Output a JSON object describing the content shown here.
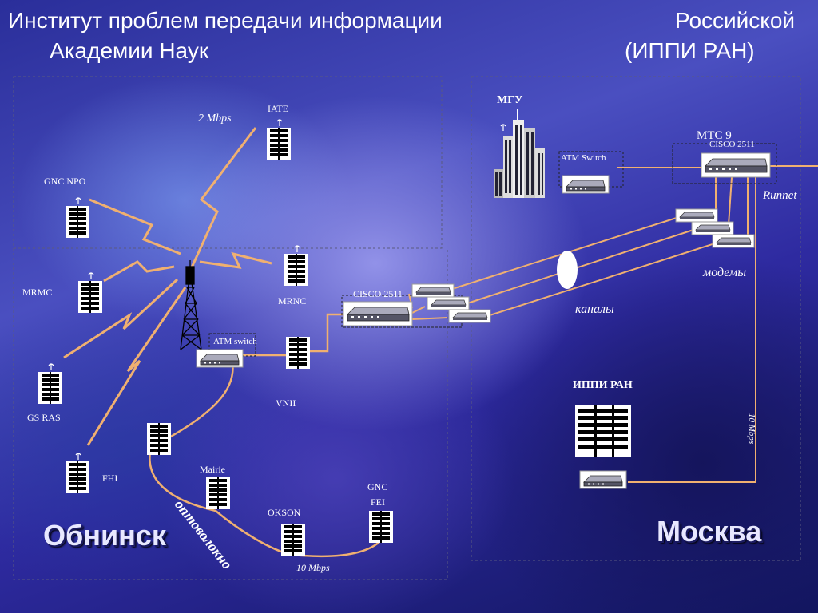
{
  "header": {
    "line1_left": "Институт проблем передачи информации",
    "line1_right": "Российской",
    "line2_left": "Академии Наук",
    "line2_right": "(ИППИ РАН)"
  },
  "cities": {
    "obninsk": "Обнинск",
    "moscow": "Москва"
  },
  "obninsk_nodes": {
    "iate": "IATE",
    "gnc_npo": "GNC NPO",
    "mrmc": "MRMC",
    "mrnc": "MRNC",
    "gs_ras": "GS RAS",
    "fhi": "FHI",
    "vnii": "VNII",
    "mairie": "Mairie",
    "okson": "OKSON",
    "gnc_fei_line1": "GNC",
    "gnc_fei_line2": "FEI"
  },
  "obninsk_devices": {
    "atm_switch": "ATM switch",
    "cisco": "CISCO 2511"
  },
  "moscow_nodes": {
    "mgu": "МГУ",
    "mtc": "MTC 9",
    "ippi": "ИППИ РАН"
  },
  "moscow_devices": {
    "atm_switch": "ATM Switch",
    "cisco": "CISCO 2511"
  },
  "link_labels": {
    "radio_speed": "2 Mbps",
    "optic_speed": "10 Mbps",
    "optic_fiber": "оптоволокно",
    "runnet": "Runnet",
    "modems": "модемы",
    "channels": "каналы",
    "ippi_speed": "10 Mbps"
  },
  "colors": {
    "link": "#f0b070",
    "region_border": "#5a5a80"
  },
  "icons": [
    "building-icon",
    "radio-tower-icon",
    "atm-switch-icon",
    "router-icon",
    "modem-icon",
    "skyscraper-icon",
    "antenna-icon"
  ]
}
